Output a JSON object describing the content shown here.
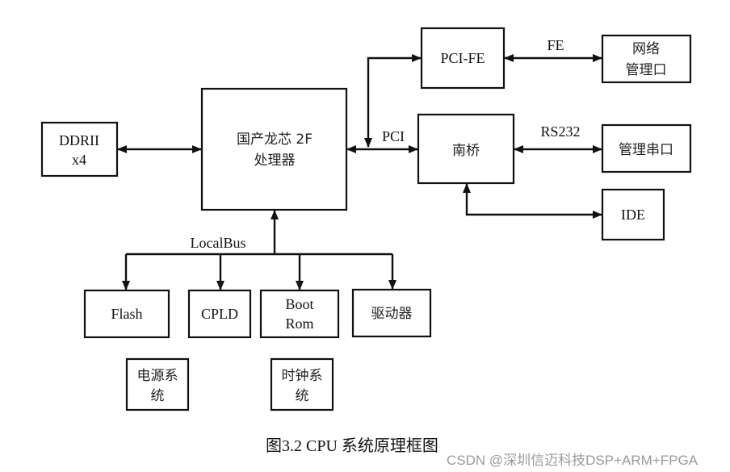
{
  "diagram": {
    "nodes": {
      "ddr": {
        "lines": [
          "DDRII",
          "x4"
        ]
      },
      "cpu": {
        "lines": [
          "国产龙芯 2F",
          "处理器"
        ]
      },
      "pcife": {
        "lines": [
          "PCI-FE"
        ]
      },
      "netmgmt": {
        "lines": [
          "网络",
          "管理口"
        ]
      },
      "southbridge": {
        "lines": [
          "南桥"
        ]
      },
      "serial": {
        "lines": [
          "管理串口"
        ]
      },
      "ide": {
        "lines": [
          "IDE"
        ]
      },
      "flash": {
        "lines": [
          "Flash"
        ]
      },
      "cpld": {
        "lines": [
          "CPLD"
        ]
      },
      "bootrom": {
        "lines": [
          "Boot",
          "Rom"
        ]
      },
      "driver": {
        "lines": [
          "驱动器"
        ]
      },
      "power": {
        "lines": [
          "电源系",
          "统"
        ]
      },
      "clock": {
        "lines": [
          "时钟系",
          "统"
        ]
      }
    },
    "edge_labels": {
      "fe": "FE",
      "pci": "PCI",
      "rs232": "RS232",
      "localbus": "LocalBus"
    },
    "edges": [
      {
        "from": "ddr",
        "to": "cpu",
        "type": "bidirectional"
      },
      {
        "from": "cpu",
        "to": "southbridge",
        "type": "bidirectional",
        "label": "PCI"
      },
      {
        "from": "cpu",
        "to": "pcife",
        "type": "bidirectional",
        "label": "PCI"
      },
      {
        "from": "pcife",
        "to": "netmgmt",
        "type": "bidirectional",
        "label": "FE"
      },
      {
        "from": "southbridge",
        "to": "serial",
        "type": "bidirectional",
        "label": "RS232"
      },
      {
        "from": "southbridge",
        "to": "ide",
        "type": "bidirectional"
      },
      {
        "from": "localbus",
        "to": "cpu",
        "type": "directed",
        "label": "LocalBus"
      },
      {
        "from": "localbus",
        "to": "flash",
        "type": "directed"
      },
      {
        "from": "localbus",
        "to": "cpld",
        "type": "directed"
      },
      {
        "from": "localbus",
        "to": "bootrom",
        "type": "directed"
      },
      {
        "from": "localbus",
        "to": "driver",
        "type": "directed"
      }
    ]
  },
  "caption": "图3.2  CPU 系统原理框图",
  "watermark": "CSDN @深圳信迈科技DSP+ARM+FPGA"
}
